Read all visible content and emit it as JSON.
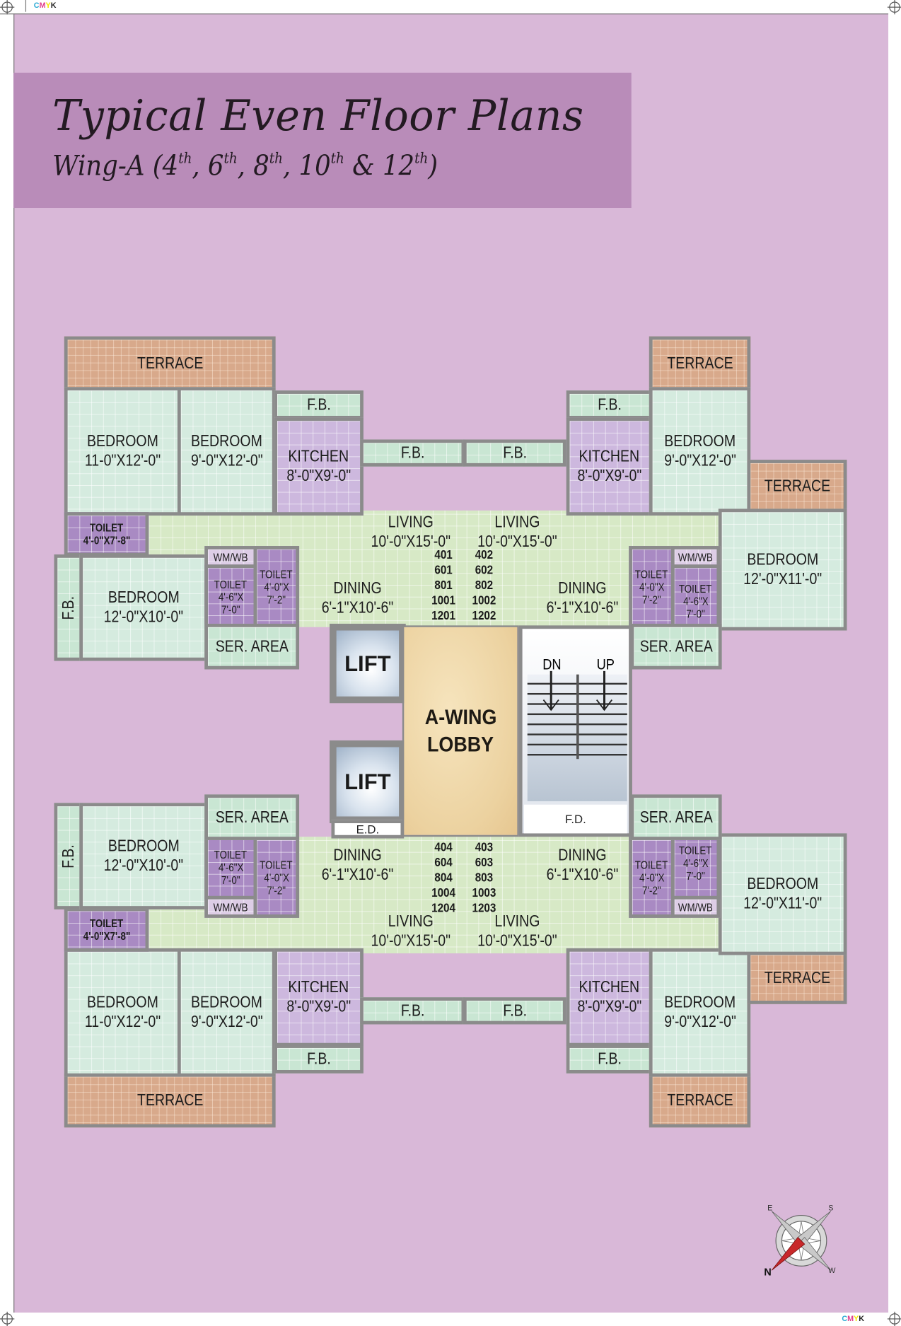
{
  "print_marks": {
    "cmyk": [
      "C",
      "M",
      "Y",
      "K"
    ]
  },
  "header": {
    "title": "Typical Even Floor Plans",
    "subtitle": {
      "prefix": "Wing-A (",
      "floors": [
        "4",
        "6",
        "8",
        "10",
        "12"
      ],
      "suffix": "th",
      "separators": [
        ", ",
        ", ",
        ", ",
        " & ",
        ")"
      ]
    }
  },
  "units": {
    "top_left": {
      "numbers": [
        "401",
        "601",
        "801",
        "1001",
        "1201"
      ],
      "rooms": {
        "terrace": {
          "name": "TERRACE"
        },
        "bed1": {
          "name": "BEDROOM",
          "size": "11-0\"X12'-0\""
        },
        "bed2": {
          "name": "BEDROOM",
          "size": "9'-0\"X12'-0\""
        },
        "fb_top": {
          "name": "F.B."
        },
        "kitchen": {
          "name": "KITCHEN",
          "size": "8'-0\"X9'-0\""
        },
        "fb_mid": {
          "name": "F.B."
        },
        "toilet_a": {
          "name": "TOILET",
          "size": "4'-0\"X7'-8\""
        },
        "fb_side": {
          "name": "F.B."
        },
        "bed3": {
          "name": "BEDROOM",
          "size": "12'-0\"X10'-0\""
        },
        "wmwb": {
          "name": "WM/WB"
        },
        "toilet_b": {
          "name": "TOILET",
          "size": "4'-6\"X",
          "size2": "7'-0\""
        },
        "toilet_c": {
          "name": "TOILET",
          "size": "4'-0\"X",
          "size2": "7'-2\""
        },
        "ser": {
          "name": "SER. AREA"
        },
        "living": {
          "name": "LIVING",
          "size": "10'-0\"X15'-0\""
        },
        "dining": {
          "name": "DINING",
          "size": "6'-1\"X10'-6\""
        }
      }
    },
    "top_right": {
      "numbers": [
        "402",
        "602",
        "802",
        "1002",
        "1202"
      ],
      "rooms": {
        "fb_mid": {
          "name": "F.B."
        },
        "fb_top": {
          "name": "F.B."
        },
        "kitchen": {
          "name": "KITCHEN",
          "size": "8'-0\"X9'-0\""
        },
        "terrace": {
          "name": "TERRACE"
        },
        "bed1": {
          "name": "BEDROOM",
          "size": "9'-0\"X12'-0\""
        },
        "terrace2": {
          "name": "TERRACE"
        },
        "bed2": {
          "name": "BEDROOM",
          "size": "12'-0\"X11'-0\""
        },
        "toilet_c": {
          "name": "TOILET",
          "size": "4'-0\"X",
          "size2": "7'-2\""
        },
        "wmwb": {
          "name": "WM/WB"
        },
        "toilet_b": {
          "name": "TOILET",
          "size": "4'-6\"X",
          "size2": "7'-0\""
        },
        "ser": {
          "name": "SER. AREA"
        },
        "living": {
          "name": "LIVING",
          "size": "10'-0\"X15'-0\""
        },
        "dining": {
          "name": "DINING",
          "size": "6'-1\"X10'-6\""
        }
      }
    },
    "bottom_left": {
      "numbers": [
        "404",
        "604",
        "804",
        "1004",
        "1204"
      ],
      "rooms": {
        "terrace": {
          "name": "TERRACE"
        },
        "bed1": {
          "name": "BEDROOM",
          "size": "11-0\"X12'-0\""
        },
        "bed2": {
          "name": "BEDROOM",
          "size": "9'-0\"X12'-0\""
        },
        "fb_top": {
          "name": "F.B."
        },
        "kitchen": {
          "name": "KITCHEN",
          "size": "8'-0\"X9'-0\""
        },
        "fb_mid": {
          "name": "F.B."
        },
        "toilet_a": {
          "name": "TOILET",
          "size": "4'-0\"X7'-8\""
        },
        "fb_side": {
          "name": "F.B."
        },
        "bed3": {
          "name": "BEDROOM",
          "size": "12'-0\"X10'-0\""
        },
        "wmwb": {
          "name": "WM/WB"
        },
        "toilet_b": {
          "name": "TOILET",
          "size": "4'-6\"X",
          "size2": "7'-0\""
        },
        "toilet_c": {
          "name": "TOILET",
          "size": "4'-0\"X",
          "size2": "7'-2\""
        },
        "ser": {
          "name": "SER. AREA"
        },
        "living": {
          "name": "LIVING",
          "size": "10'-0\"X15'-0\""
        },
        "dining": {
          "name": "DINING",
          "size": "6'-1\"X10'-6\""
        }
      }
    },
    "bottom_right": {
      "numbers": [
        "403",
        "603",
        "803",
        "1003",
        "1203"
      ],
      "rooms": {
        "fb_mid": {
          "name": "F.B."
        },
        "fb_top": {
          "name": "F.B."
        },
        "kitchen": {
          "name": "KITCHEN",
          "size": "8'-0\"X9'-0\""
        },
        "terrace": {
          "name": "TERRACE"
        },
        "bed1": {
          "name": "BEDROOM",
          "size": "9'-0\"X12'-0\""
        },
        "terrace2": {
          "name": "TERRACE"
        },
        "bed2": {
          "name": "BEDROOM",
          "size": "12'-0\"X11'-0\""
        },
        "toilet_c": {
          "name": "TOILET",
          "size": "4'-0\"X",
          "size2": "7'-2\""
        },
        "wmwb": {
          "name": "WM/WB"
        },
        "toilet_b": {
          "name": "TOILET",
          "size": "4'-6\"X",
          "size2": "7'-0\""
        },
        "ser": {
          "name": "SER. AREA"
        },
        "living": {
          "name": "LIVING",
          "size": "10'-0\"X15'-0\""
        },
        "dining": {
          "name": "DINING",
          "size": "6'-1\"X10'-6\""
        }
      }
    }
  },
  "core": {
    "lift_1": "LIFT",
    "lift_2": "LIFT",
    "electrical_duct": "E.D.",
    "lobby_line1": "A-WING",
    "lobby_line2": "LOBBY",
    "stair_down": "DN",
    "stair_up": "UP",
    "fire_duct": "F.D."
  },
  "compass": {
    "north": "N",
    "east": "E",
    "south": "S",
    "west": "W",
    "needle_color": "#c8282a"
  },
  "colors": {
    "sheet": "#d9b8d8",
    "header": "#b98cb9",
    "bedroom": "#d5ebdf",
    "living": "#d7e9c6",
    "kitchen": "#cdb8de",
    "toilet": "#a98ac3",
    "terrace": "#d8a98b",
    "wall": "#8b8b8b",
    "lobby": "#ecd2a0"
  }
}
